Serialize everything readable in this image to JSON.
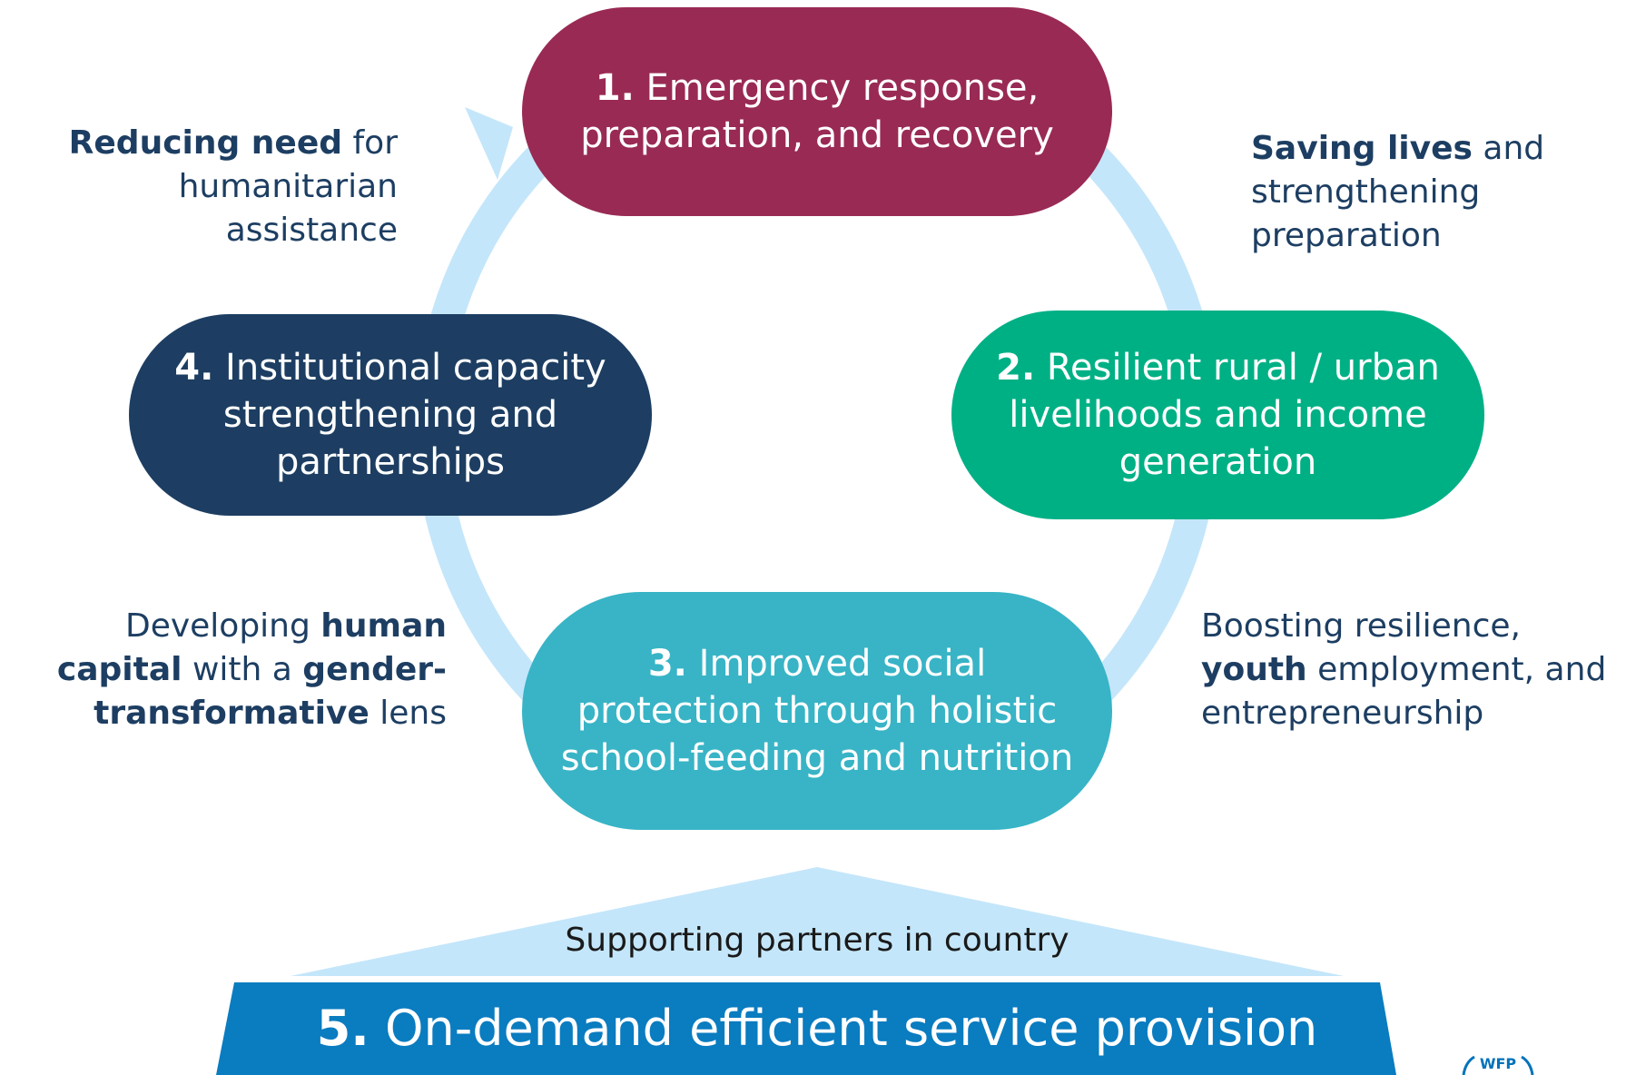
{
  "colors": {
    "cycle_arrow": "#c4e6fa",
    "pill_1": "#992a54",
    "pill_2": "#00b085",
    "pill_3": "#38b4c6",
    "pill_4": "#1d3e62",
    "note_text": "#1d3e62",
    "support_triangle": "#c4e6fa",
    "banner": "#0a7cc0"
  },
  "pills": [
    {
      "num": "1.",
      "text": "Emergency response, preparation, and recovery"
    },
    {
      "num": "2.",
      "text": "Resilient rural / urban livelihoods and income generation"
    },
    {
      "num": "3.",
      "text": "Improved social protection through holistic school-feeding and nutrition"
    },
    {
      "num": "4.",
      "text": "Institutional capacity strengthening and partnerships"
    }
  ],
  "notes": {
    "reducing_need": {
      "bold": "Reducing need",
      "rest": "for humanitarian assistance"
    },
    "saving_lives": {
      "bold": "Saving lives",
      "rest": "and strengthening preparation"
    },
    "human_capital": {
      "pre": "Developing",
      "bold1": "human capital",
      "mid": "with a",
      "bold2": "gender-transformative",
      "post": "lens"
    },
    "boosting": {
      "pre": "Boosting resilience,",
      "bold": "youth",
      "rest": "employment, and entrepreneurship"
    }
  },
  "support_label": "Supporting partners in country",
  "banner": {
    "num": "5.",
    "text": "On-demand efficient service provision"
  },
  "logo_text": "WFP"
}
